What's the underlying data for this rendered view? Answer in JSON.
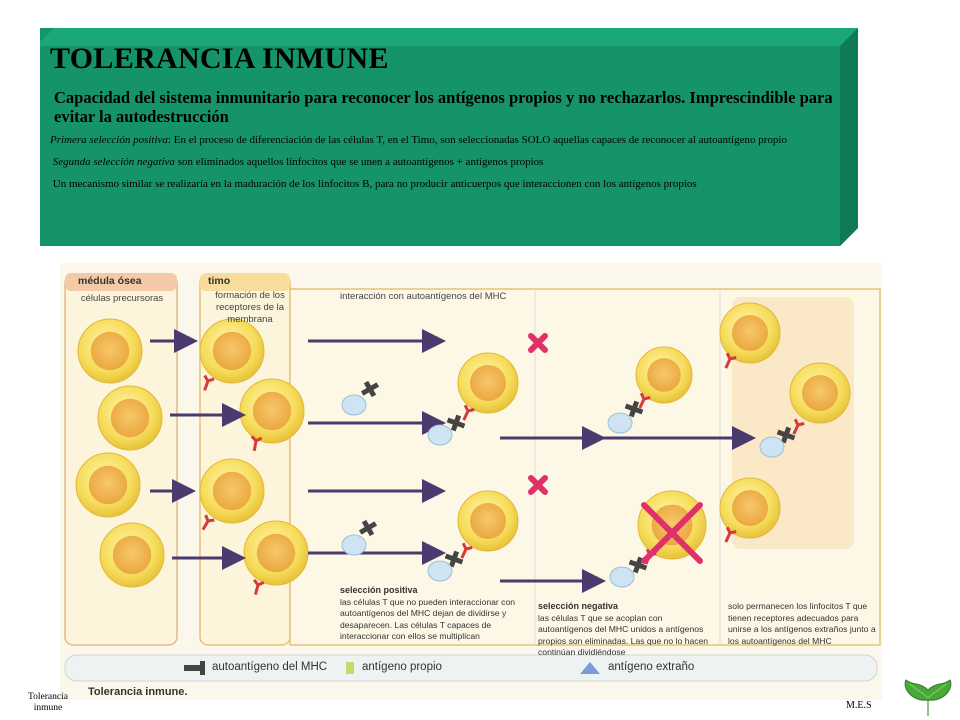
{
  "slide": {
    "title": "TOLERANCIA INMUNE",
    "lead": "Capacidad del sistema inmunitario para reconocer los antígenos propios y no rechazarlos. Imprescindible para evitar la autodestrucción",
    "p1_label": "Primera selección positiva",
    "p1_text": ": En el proceso de diferenciación de las células T, en el Timo, son seleccionadas SOLO  aquellas capaces de reconocer al autoantígeno propio",
    "p2_label": "Segunda selección negativa",
    "p2_text": " son eliminados aquellos linfocitos que se unen a autoantígenos + antígenos propios",
    "p3_text": "Un mecanismo similar se realizaría en la maduración de los linfocitos B, para no producir anticuerpos que interaccionen con los antígenos propios",
    "footer_left": "Tolerancia inmune",
    "footer_right": "M.E.S"
  },
  "figure": {
    "tab_bone": "médula ósea",
    "sub_bone": "células precursoras",
    "tab_thymus": "timo",
    "sub_thymus": "formación de los receptores de la membrana",
    "head_interaction": "interacción con autoantígenos del MHC",
    "caption_positive_title": "selección positiva",
    "caption_positive": "las células T que no pueden interaccionar con autoantígenos del MHC dejan de dividirse y desaparecen. Las células T capaces de interaccionar con ellos se multiplican",
    "caption_negative_title": "selección negativa",
    "caption_negative": "las células T que se acoplan con autoantígenos del MHC unidos a antígenos propios son eliminadas. Las que no lo hacen continúan dividiéndose",
    "caption_final": "solo permanecen los linfocitos T que tienen receptores adecuados para unirse a los antígenos extraños junto a los autoantígenos del MHC",
    "legend_mhc": "autoantígeno del MHC",
    "legend_self": "antígeno propio",
    "legend_foreign": "antígeno extraño",
    "fig_caption": "Tolerancia inmune.",
    "colors": {
      "cell": "#f4d54a",
      "nucleus": "#f0b64a",
      "arrow": "#4a3a6e",
      "receptor": "#d83a3a",
      "mhc": "#444444",
      "cross": "#e0306a"
    }
  }
}
